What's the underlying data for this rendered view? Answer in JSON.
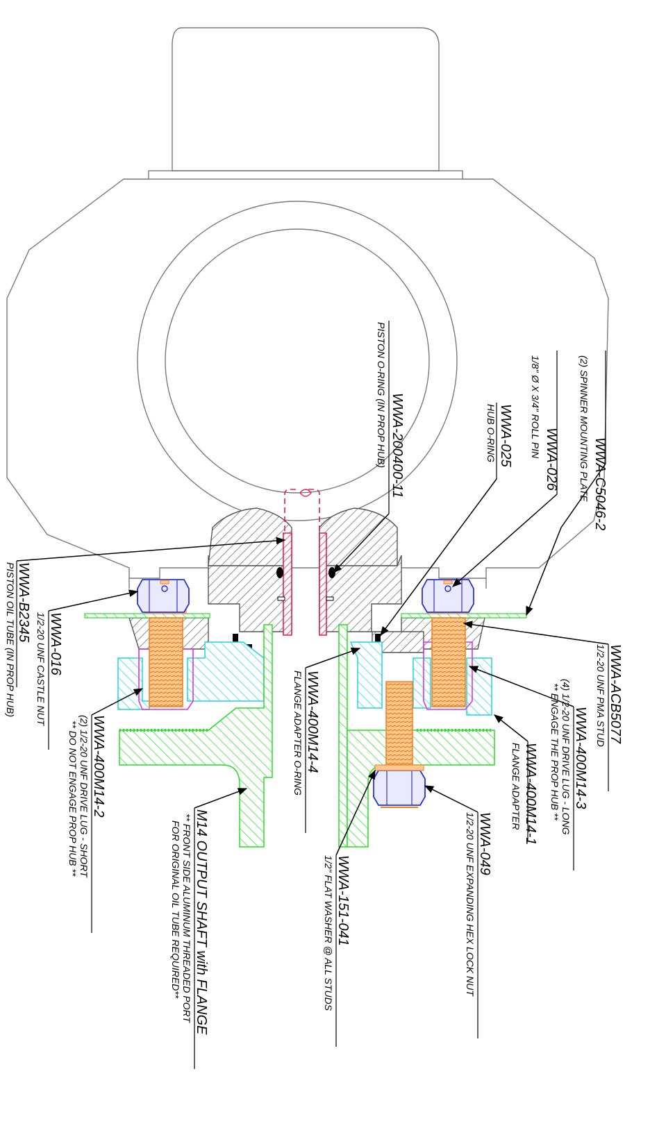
{
  "colors": {
    "outline": "#7a7a7a",
    "hub_section": "#555555",
    "oil_tube": "#e8194f",
    "flange_adapter": "#1fd4e6",
    "output_shaft": "#21e021",
    "stud_thread": "#f07e1e",
    "hex_nut": "#2a30d8",
    "drive_lug": "#e030e0"
  },
  "labels": [
    {
      "id": "c5046",
      "part": "WWA-C5046-2",
      "desc": [
        "(2) SPINNER MOUNTING PLATE"
      ]
    },
    {
      "id": "026",
      "part": "WWA-026",
      "desc": [
        "1/8\" Ø X 3/4\" ROLL PIN"
      ]
    },
    {
      "id": "025",
      "part": "WWA-025",
      "desc": [
        "HUB O-RING"
      ]
    },
    {
      "id": "200400",
      "part": "WWA-200400-11",
      "desc": [
        "PISTON O-RING (IN PROP HUB)"
      ]
    },
    {
      "id": "acb5077",
      "part": "WWA-ACB5077",
      "desc": [
        "1/2-20 UNF PMA STUD"
      ]
    },
    {
      "id": "m14_3",
      "part": "WWA-400M14-3",
      "desc": [
        "(4) 1/2-20 UNF DRIVE LUG - LONG",
        "** ENGAGE THE PROP HUB **"
      ]
    },
    {
      "id": "m14_1",
      "part": "WWA-400M14-1",
      "desc": [
        "FLANGE ADAPTER"
      ]
    },
    {
      "id": "049",
      "part": "WWA-049",
      "desc": [
        "1/2-20 UNF EXPANDING HEX LOCK NUT"
      ]
    },
    {
      "id": "151",
      "part": "WWA-151-041",
      "desc": [
        "1/2\" FLAT WASHER @ ALL STUDS"
      ]
    },
    {
      "id": "m14_4",
      "part": "WWA-400M14-4",
      "desc": [
        "FLANGE ADAPTER O-RING"
      ]
    },
    {
      "id": "m14shaft",
      "part": "M14 OUTPUT SHAFT with FLANGE",
      "desc": [
        "** FRONT SIDE ALUMINUM THREADED PORT",
        "FOR ORIGINAL OIL TUBE REQUIRED**"
      ]
    },
    {
      "id": "m14_2",
      "part": "WWA-400M14-2",
      "desc": [
        "(2) 1/2-20 UNF DRIVE LUG - SHORT",
        "** DO NOT ENGAGE PROP HUB **"
      ]
    },
    {
      "id": "016",
      "part": "WWA-016",
      "desc": [
        "1/2-20 UNF CASTLE NUT"
      ]
    },
    {
      "id": "b2345",
      "part": "WWA-B2345",
      "desc": [
        "PISTON OIL TUBE (IN PROP HUB)"
      ]
    }
  ]
}
